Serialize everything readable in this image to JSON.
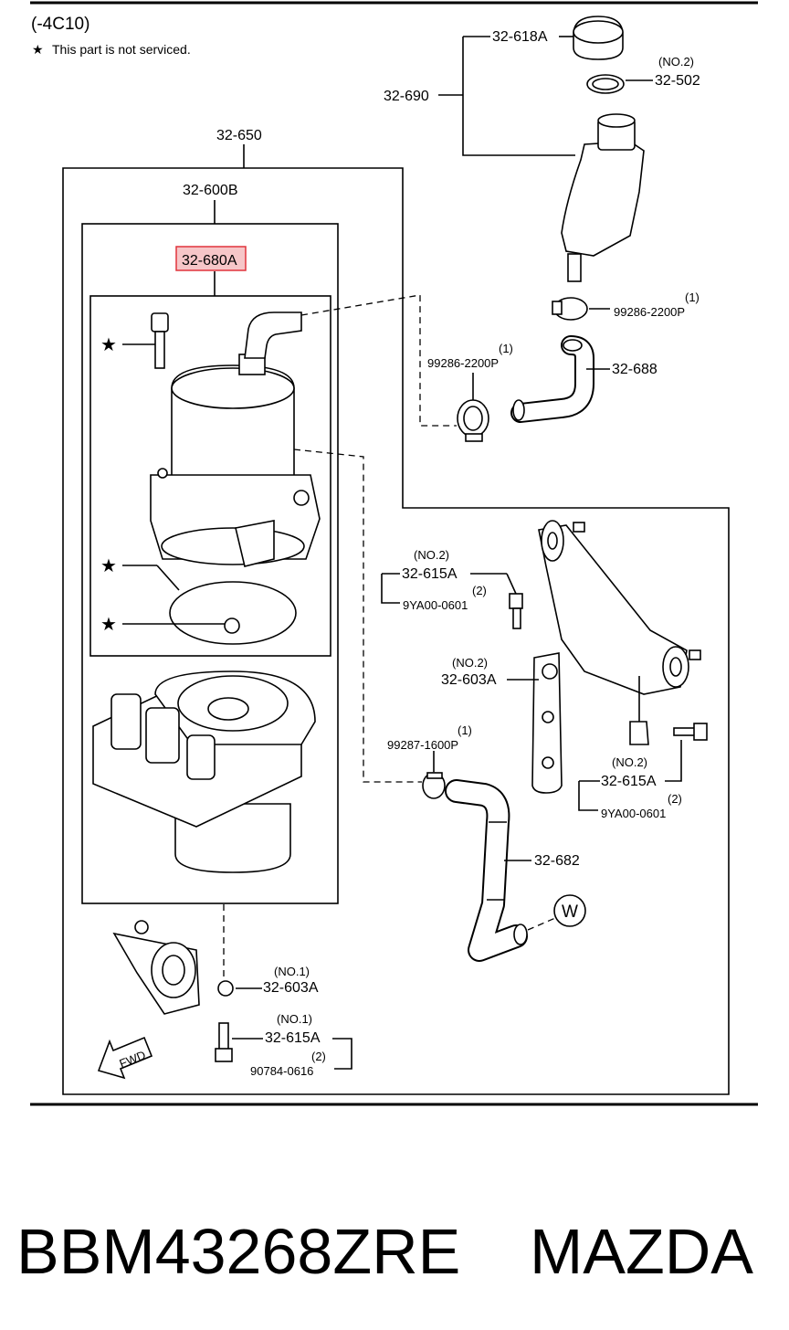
{
  "header": {
    "code": "(-4C10)",
    "note_symbol": "★",
    "note_text": "This part is not serviced."
  },
  "callouts": {
    "c_32_618A": "32-618A",
    "c_32_502_no": "(NO.2)",
    "c_32_502": "32-502",
    "c_32_690": "32-690",
    "c_32_650": "32-650",
    "c_32_600B": "32-600B",
    "c_32_680A": "32-680A",
    "c_99286_a_qty": "(1)",
    "c_99286_a": "99286-2200P",
    "c_99286_b_qty": "(1)",
    "c_99286_b": "99286-2200P",
    "c_32_688": "32-688",
    "c_32_615A_upper_no": "(NO.2)",
    "c_32_615A_upper": "32-615A",
    "c_9YA00_upper_qty": "(2)",
    "c_9YA00_upper": "9YA00-0601",
    "c_32_603A_mid_no": "(NO.2)",
    "c_32_603A_mid": "32-603A",
    "c_99287_qty": "(1)",
    "c_99287": "99287-1600P",
    "c_32_615A_right_no": "(NO.2)",
    "c_32_615A_right": "32-615A",
    "c_9YA00_right_qty": "(2)",
    "c_9YA00_right": "9YA00-0601",
    "c_32_682": "32-682",
    "c_W": "W",
    "c_32_603A_low_no": "(NO.1)",
    "c_32_603A_low": "32-603A",
    "c_32_615A_low_no": "(NO.1)",
    "c_32_615A_low": "32-615A",
    "c_90784_qty": "(2)",
    "c_90784": "90784-0616",
    "star1": "★",
    "star2": "★",
    "star3": "★",
    "fwd": "FWD"
  },
  "highlight": {
    "color": "#e0343c",
    "fill": "#f6c6c8"
  },
  "footer": {
    "part_number": "BBM43268ZRE",
    "brand": "MAZDA"
  }
}
